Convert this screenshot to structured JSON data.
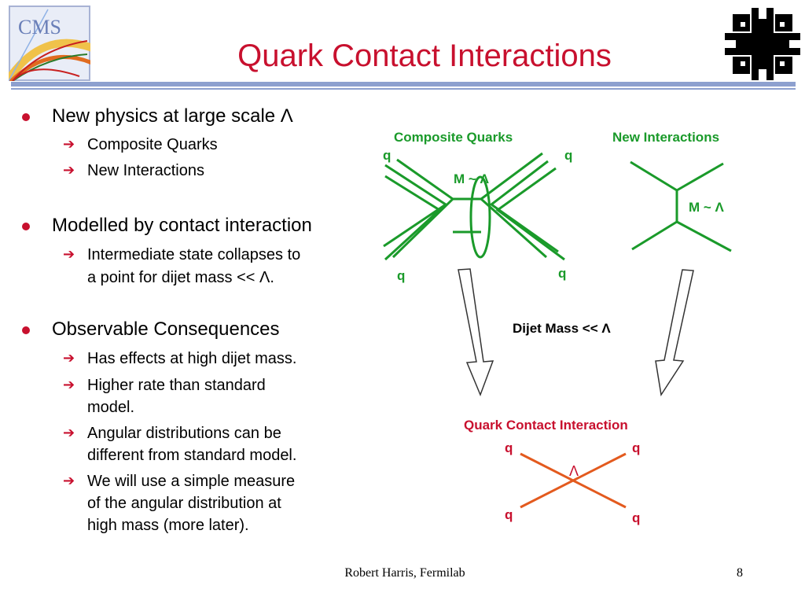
{
  "title": "Quark Contact Interactions",
  "logos": {
    "left_text": "CMS"
  },
  "bullets": [
    {
      "text": "New physics at large scale Λ",
      "subs": [
        "Composite Quarks",
        "New Interactions"
      ]
    },
    {
      "text": "Modelled by contact interaction",
      "subs": [
        "Intermediate state collapses to",
        "a point for dijet mass << Λ."
      ]
    },
    {
      "text": "Observable Consequences",
      "subs": [
        "Has effects at high dijet mass.",
        "Higher rate than standard",
        "model.",
        "Angular distributions can be",
        "different from standard model.",
        "We will use a simple measure",
        "of the angular distribution at",
        "high mass (more later)."
      ]
    }
  ],
  "diagram": {
    "composite_title": "Composite Quarks",
    "new_interactions_title": "New Interactions",
    "quark_label": "q",
    "mass_label": "M ~ Λ",
    "dijet_label": "Dijet Mass << Λ",
    "contact_title": "Quark Contact Interaction",
    "lambda_label": "Λ",
    "colors": {
      "green": "#1a9a2a",
      "title_green": "#1a9a2a",
      "red": "#c8102e",
      "contact_line": "#e35a1e"
    }
  },
  "footer": {
    "author": "Robert Harris, Fermilab",
    "page": "8"
  }
}
